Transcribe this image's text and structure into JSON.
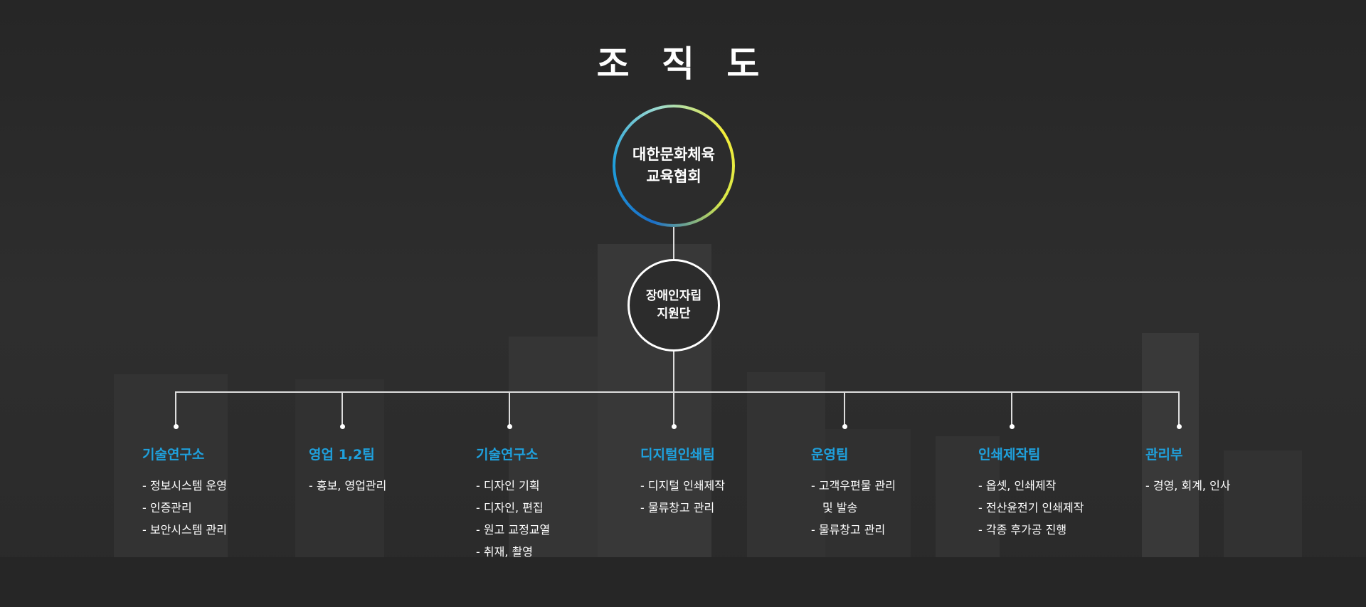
{
  "title": "조 직 도",
  "root": {
    "line1": "대한문화체육",
    "line2": "교육협회"
  },
  "sub": {
    "line1": "장애인자립",
    "line2": "지원단"
  },
  "colors": {
    "accent": "#1fa0dc"
  },
  "departments": [
    {
      "name": "기술연구소",
      "items": [
        "- 정보시스템 운영",
        "- 인증관리",
        "- 보안시스템 관리"
      ]
    },
    {
      "name": "영업 1,2팀",
      "items": [
        "- 홍보, 영업관리"
      ]
    },
    {
      "name": "기술연구소",
      "items": [
        "- 디자인 기획",
        "- 디자인, 편집",
        "- 원고 교정교열",
        "- 취재, 촬영"
      ]
    },
    {
      "name": "디지털인쇄팀",
      "items": [
        "- 디지털 인쇄제작",
        "- 물류창고 관리"
      ]
    },
    {
      "name": "운영팀",
      "items": [
        "- 고객우편물 관리",
        "및 발송",
        "- 물류창고 관리"
      ]
    },
    {
      "name": "인쇄제작팀",
      "items": [
        "- 옵셋, 인쇄제작",
        "- 전산윤전기 인쇄제작",
        "- 각종 후가공 진행"
      ]
    },
    {
      "name": "관리부",
      "items": [
        "- 경영, 회계, 인사"
      ]
    }
  ]
}
